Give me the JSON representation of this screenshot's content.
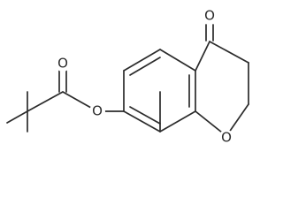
{
  "molecule": {
    "atoms": {
      "ketone_oxygen": "O",
      "ring_oxygen": "O",
      "ester_oxygen": "O",
      "carbonyl_oxygen": "O"
    },
    "colors": {
      "ink": "#2b2b2b",
      "background": "#ffffff"
    }
  }
}
